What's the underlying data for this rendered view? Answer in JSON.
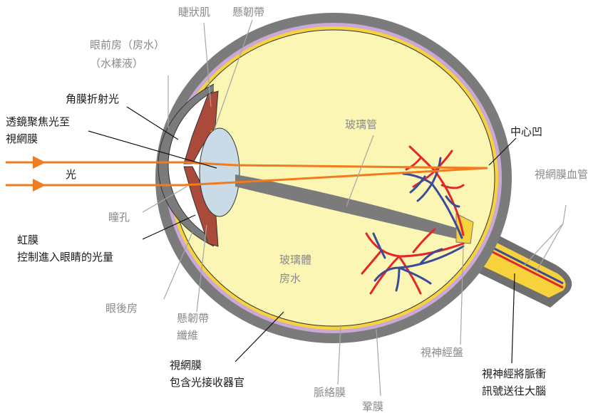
{
  "labels": {
    "ciliary_muscle": "睫狀肌",
    "suspensory_ligament_top": "懸韌帶",
    "anterior_chamber_line1": "眼前房（房水）",
    "anterior_chamber_line2": "（水樣液）",
    "cornea": "角膜折射光",
    "lens_line1": "透鏡聚焦光至",
    "lens_line2": "視網膜",
    "light": "光",
    "pupil": "瞳孔",
    "iris_line1": "虹膜",
    "iris_line2": "控制進入眼睛的光量",
    "posterior_chamber": "眼後房",
    "zonular_fibers_line1": "懸韌帶",
    "zonular_fibers_line2": "纖維",
    "retina_line1": "視網膜",
    "retina_line2": "包含光接收器官",
    "choroid": "脈絡膜",
    "sclera": "鞏膜",
    "optic_disc": "視神經盤",
    "optic_nerve_line1": "視神經將脈衝",
    "optic_nerve_line2": "訊號送往大腦",
    "retinal_vessels": "視網膜血管",
    "fovea": "中心凹",
    "hyaloid_canal": "玻璃管",
    "vitreous_line1": "玻璃體",
    "vitreous_line2": "房水"
  },
  "colors": {
    "sclera": "#7b7b7b",
    "vitreous": "#fbf6b4",
    "retina": "#f6d23c",
    "choroid": "#c9a9d6",
    "iris": "#a94a3a",
    "lens": "#c8dbe6",
    "light_ray": "#f07c1e",
    "artery": "#e3262a",
    "vein": "#3b4b9a",
    "leader_dark": "#111111",
    "leader_grey": "#a6a6a6"
  }
}
